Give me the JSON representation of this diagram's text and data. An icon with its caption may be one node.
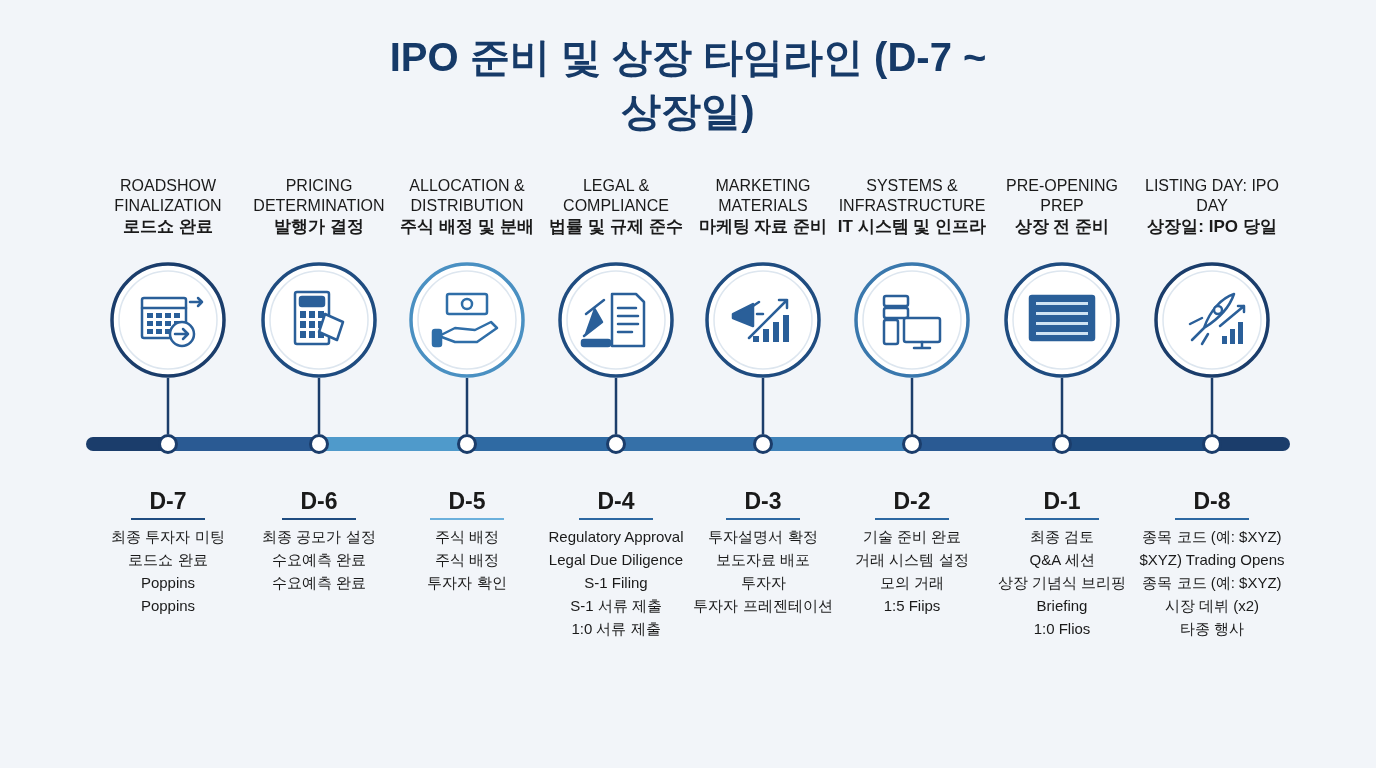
{
  "diagram": {
    "title": "IPO 준비 및 상장 타임라인 (D-7 ~ 상장일)",
    "nodes": [
      {
        "text": [
          "ROADSHOW FINALIZATION",
          "로드쇼 완료"
        ]
      },
      {
        "text": [],
        "shape": "circle",
        "beside": [
          "D-7",
          "최종 투자자 미팅",
          "로드쇼 완료",
          "Poppins",
          "Poppins"
        ]
      },
      {
        "text": [
          "PRICING DETERMINATION",
          "발행가 결정"
        ]
      },
      {
        "text": [],
        "shape": "circle",
        "beside": [
          "D-6",
          "최종 공모가 설정",
          "수요예측 완료",
          "수요예측 완료"
        ]
      },
      {
        "text": [
          "ALLOCATION & DISTRIBUTION",
          "주식 배정 및 분배"
        ]
      },
      {
        "text": [],
        "shape": "circle",
        "beside": [
          "D-5",
          "주식 배정",
          "주식 배정",
          "투자자 확인"
        ]
      },
      {
        "text": [
          "LEGAL & COMPLIANCE",
          "법률 및 규제 준수"
        ]
      },
      {
        "text": [],
        "shape": "circle",
        "beside": [
          "D-4",
          "Regulatory Approval",
          "Legal Due Diligence",
          "S-1 Filing",
          "S-1 서류 제출",
          "1:0 서류 제출"
        ]
      },
      {
        "text": [
          "MARKETING MATERIALS",
          "마케팅 자료 준비"
        ]
      },
      {
        "text": [],
        "shape": "circle",
        "beside": [
          "D-3",
          "투자설명서 확정",
          "보도자료 배포",
          "투자자",
          "투자자 프레젠테이션"
        ]
      },
      {
        "text": [
          "SYSTEMS & INFRASTRUCTURE",
          "IT 시스템 및 인프라"
        ]
      },
      {
        "text": [],
        "shape": "circle",
        "beside": [
          "D-2",
          "기술 준비 완료",
          "거래 시스템 설정",
          "모의 거래",
          "1:5 Fiips"
        ]
      },
      {
        "text": [
          "PRE-OPENING PREP",
          "상장 전 준비"
        ]
      },
      {
        "text": [],
        "shape": "circle",
        "beside": [
          "D-1",
          "최종 검토",
          "Q&A 세션",
          "상장 기념식 브리핑",
          "Briefing",
          "1:0 Flios"
        ]
      },
      {
        "text": [
          "LISTING DAY: IPO DAY",
          "상장일: IPO 당일"
        ]
      },
      {
        "text": [],
        "shape": "circle",
        "beside": [
          "D-8",
          "종목 코드 (예: $XYZ)",
          "$XYZ) Trading Opens",
          "종목 코드 (예: $XYZ)",
          "시장 데뷔 (x2)",
          "타종 행사"
        ]
      }
    ],
    "edges": [
      {
        "from": 0,
        "to": 1,
        "arrow": "none"
      },
      {
        "from": 2,
        "to": 3,
        "arrow": "none"
      },
      {
        "from": 4,
        "to": 5,
        "arrow": "none"
      },
      {
        "from": 6,
        "to": 7,
        "arrow": "none"
      },
      {
        "from": 8,
        "to": 9,
        "arrow": "none"
      },
      {
        "from": 10,
        "to": 11,
        "arrow": "none"
      },
      {
        "from": 12,
        "to": 13,
        "arrow": "none"
      },
      {
        "from": 14,
        "to": 15,
        "arrow": "none"
      }
    ]
  }
}
